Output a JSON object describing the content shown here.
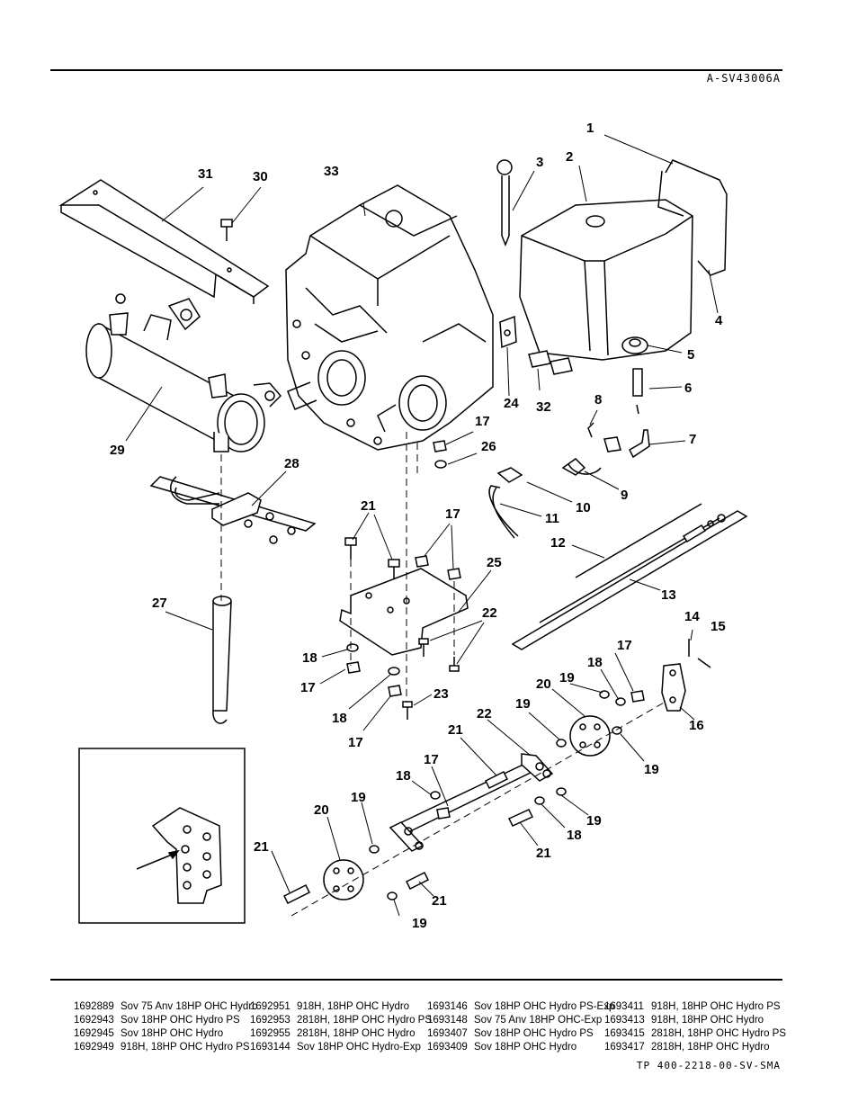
{
  "header": {
    "drawing_code": "A-SV43006A"
  },
  "footer": {
    "doc_code": "TP 400-2218-00-SV-SMA"
  },
  "callouts": {
    "c1": "1",
    "c2": "2",
    "c3": "3",
    "c4": "4",
    "c5": "5",
    "c6": "6",
    "c7": "7",
    "c8": "8",
    "c9": "9",
    "c10": "10",
    "c11": "11",
    "c12": "12",
    "c13": "13",
    "c14": "14",
    "c15": "15",
    "c16": "16",
    "c17a": "17",
    "c17b": "17",
    "c17c": "17",
    "c17d": "17",
    "c17e": "17",
    "c17f": "17",
    "c18a": "18",
    "c18b": "18",
    "c18c": "18",
    "c18d": "18",
    "c18e": "18",
    "c19a": "19",
    "c19b": "19",
    "c19c": "19",
    "c19d": "19",
    "c19e": "19",
    "c19f": "19",
    "c20a": "20",
    "c20b": "20",
    "c21a": "21",
    "c21b": "21",
    "c21c": "21",
    "c21d": "21",
    "c21e": "21",
    "c22a": "22",
    "c22b": "22",
    "c23": "23",
    "c24": "24",
    "c25": "25",
    "c26": "26",
    "c27": "27",
    "c28": "28",
    "c29": "29",
    "c30": "30",
    "c31": "31",
    "c32": "32",
    "c33": "33"
  },
  "models": [
    [
      {
        "num": "1692889",
        "name": "Sov 75 Anv 18HP OHC Hydro"
      },
      {
        "num": "1692943",
        "name": "Sov 18HP OHC Hydro PS"
      },
      {
        "num": "1692945",
        "name": "Sov 18HP OHC Hydro"
      },
      {
        "num": "1692949",
        "name": "918H, 18HP OHC Hydro PS"
      }
    ],
    [
      {
        "num": "1692951",
        "name": "918H, 18HP OHC Hydro"
      },
      {
        "num": "1692953",
        "name": "2818H, 18HP OHC Hydro PS"
      },
      {
        "num": "1692955",
        "name": "2818H, 18HP OHC Hydro"
      },
      {
        "num": "1693144",
        "name": "Sov 18HP OHC Hydro-Exp"
      }
    ],
    [
      {
        "num": "1693146",
        "name": "Sov 18HP OHC Hydro PS-Exp"
      },
      {
        "num": "1693148",
        "name": "Sov 75 Anv 18HP OHC-Exp"
      },
      {
        "num": "1693407",
        "name": "Sov 18HP OHC Hydro PS"
      },
      {
        "num": "1693409",
        "name": "Sov 18HP OHC Hydro"
      }
    ],
    [
      {
        "num": "1693411",
        "name": "918H, 18HP OHC Hydro PS"
      },
      {
        "num": "1693413",
        "name": "918H, 18HP OHC Hydro"
      },
      {
        "num": "1693415",
        "name": "2818H, 18HP OHC Hydro PS"
      },
      {
        "num": "1693417",
        "name": "2818H, 18HP OHC Hydro"
      }
    ]
  ]
}
